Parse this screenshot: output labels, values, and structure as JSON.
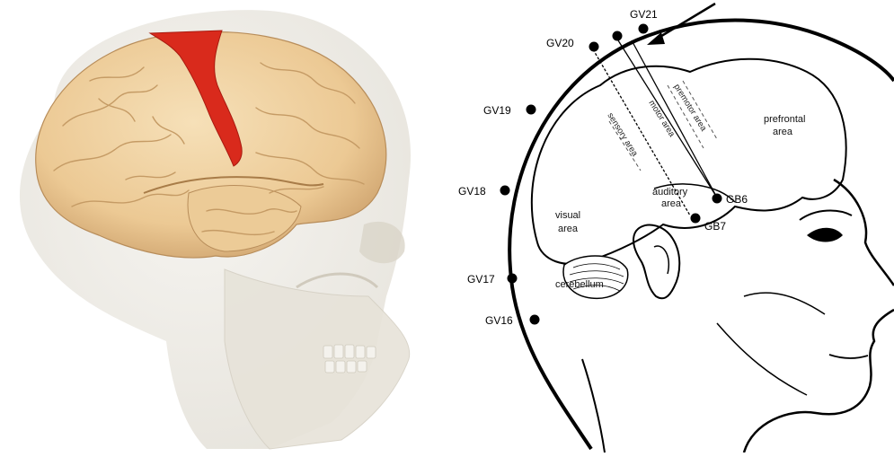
{
  "acupoints": [
    {
      "id": "GV21",
      "label": "GV21"
    },
    {
      "id": "GV20",
      "label": "GV20"
    },
    {
      "id": "GV19",
      "label": "GV19"
    },
    {
      "id": "GV18",
      "label": "GV18"
    },
    {
      "id": "GV17",
      "label": "GV17"
    },
    {
      "id": "GV16",
      "label": "GV16"
    },
    {
      "id": "GB6",
      "label": "GB6"
    },
    {
      "id": "GB7",
      "label": "GB7"
    }
  ],
  "areas": {
    "prefrontal_line1": "prefrontal",
    "prefrontal_line2": "area",
    "premotor": "premotor area",
    "motor": "motor area",
    "sensory": "sensory area",
    "auditory_line1": "auditory",
    "auditory_line2": "area",
    "visual_line1": "visual",
    "visual_line2": "area",
    "cerebellum": "cerebellum"
  },
  "colors": {
    "brain": "#f0d3a4",
    "brain_shadow": "#d8b27f",
    "highlight_gyrus": "#d92a1c",
    "skull": "#ece9e2",
    "ink": "#000000"
  }
}
